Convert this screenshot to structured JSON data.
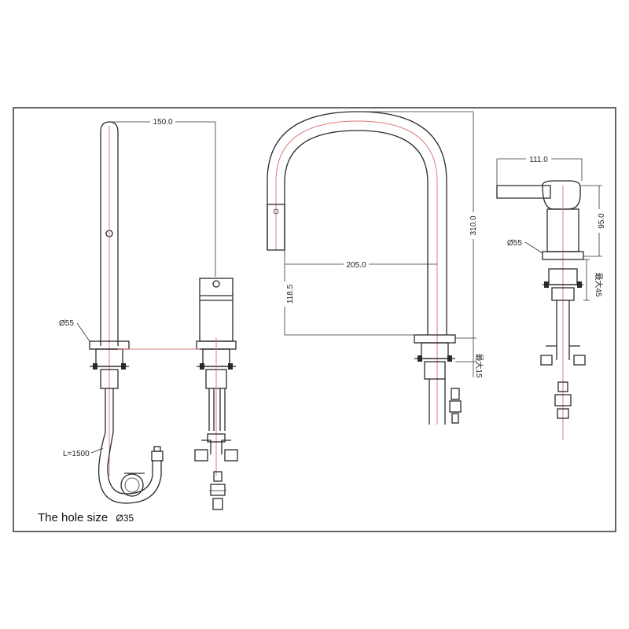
{
  "dimensions": {
    "spray_spread": "150.0",
    "spout_reach": "205.0",
    "spout_height": "310.0",
    "spout_outlet_height": "118.5",
    "spout_deck_max": "最大15",
    "handle_length": "111.0",
    "handle_height": "95.0",
    "handle_deck_max": "最大45",
    "base_dia_spray": "Ø55",
    "base_dia_handle": "Ø55",
    "hose_length": "L=1500"
  },
  "caption": {
    "label": "The hole size",
    "hole_dia": "Ø35"
  },
  "colors": {
    "line": "#2a2a2a",
    "centerline": "#e27a7a",
    "frame": "#333333"
  }
}
